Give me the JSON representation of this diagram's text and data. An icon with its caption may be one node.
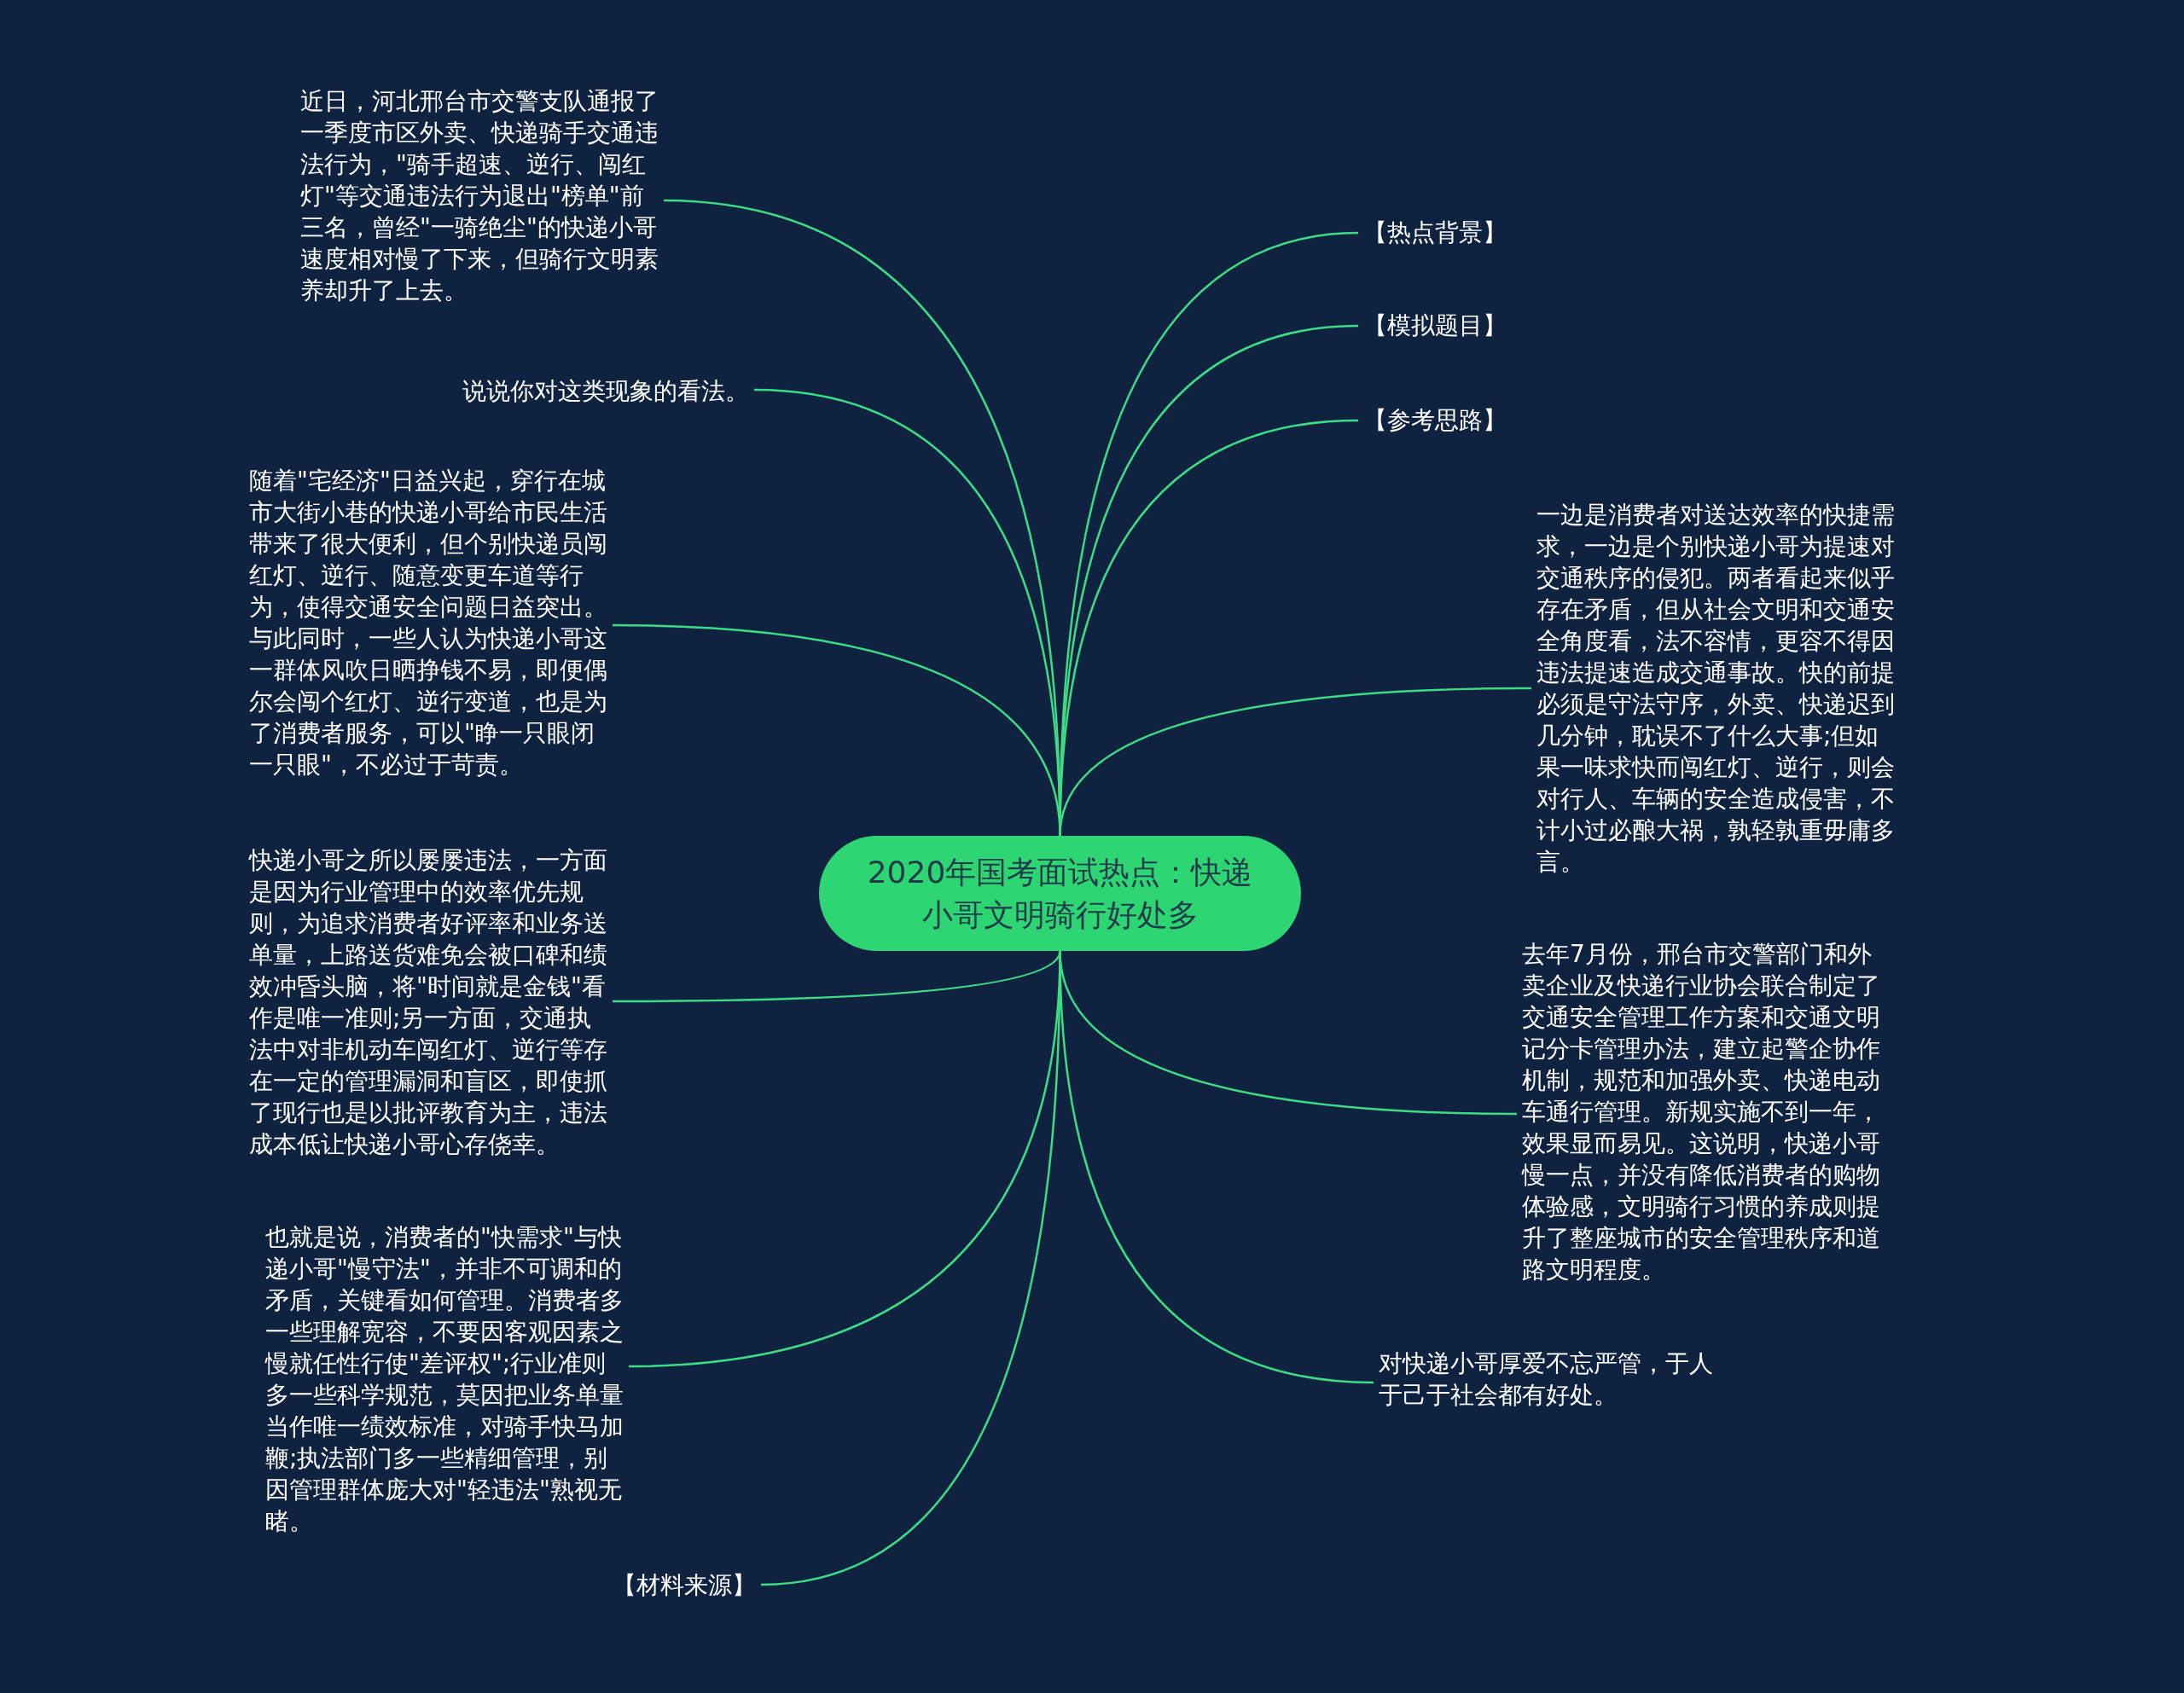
{
  "diagram": {
    "nodes": [
      {
        "text": [
          "2020年国考面试热点：快递小哥文明骑行好处多"
        ]
      },
      {
        "text": [
          "近日，河北邢台市交警支队通报了一季度市区外卖、快递骑手交通违法行为，\"骑手超速、逆行、闯红灯\"等交通违法行为退出\"榜单\"前三名，曾经\"一骑绝尘\"的快递小哥速度相对慢了下来，但骑行文明素养却升了上去。"
        ]
      },
      {
        "text": [
          "说说你对这类现象的看法。"
        ]
      },
      {
        "text": [
          "随着\"宅经济\"日益兴起，穿行在城市大街小巷的快递小哥给市民生活带来了很大便利，但个别快递员闯红灯、逆行、随意变更车道等行为，使得交通安全问题日益突出。与此同时，一些人认为快递小哥这一群体风吹日晒挣钱不易，即便偶尔会闯个红灯、逆行变道，也是为了消费者服务，可以\"睁一只眼闭一只眼\"，不必过于苛责。"
        ]
      },
      {
        "text": [
          "快递小哥之所以屡屡违法，一方面是因为行业管理中的效率优先规则，为追求消费者好评率和业务送单量，上路送货难免会被口碑和绩效冲昏头脑，将\"时间就是金钱\"看作是唯一准则;另一方面，交通执法中对非机动车闯红灯、逆行等存在一定的管理漏洞和盲区，即使抓了现行也是以批评教育为主，违法成本低让快递小哥心存侥幸。"
        ]
      },
      {
        "text": [
          "也就是说，消费者的\"快需求\"与快递小哥\"慢守法\"，并非不可调和的矛盾，关键看如何管理。消费者多一些理解宽容，不要因客观因素之慢就任性行使\"差评权\";行业准则多一些科学规范，莫因把业务单量当作唯一绩效标准，对骑手快马加鞭;执法部门多一些精细管理，别因管理群体庞大对\"轻违法\"熟视无睹。"
        ]
      },
      {
        "text": [
          "【材料来源】"
        ]
      },
      {
        "text": [
          "【热点背景】"
        ]
      },
      {
        "text": [
          "【模拟题目】"
        ]
      },
      {
        "text": [
          "【参考思路】"
        ]
      },
      {
        "text": [
          "一边是消费者对送达效率的快捷需求，一边是个别快递小哥为提速对交通秩序的侵犯。两者看起来似乎存在矛盾，但从社会文明和交通安全角度看，法不容情，更容不得因违法提速造成交通事故。快的前提必须是守法守序，外卖、快递迟到几分钟，耽误不了什么大事;但如果一味求快而闯红灯、逆行，则会对行人、车辆的安全造成侵害，不计小过必酿大祸，孰轻孰重毋庸多言。"
        ]
      },
      {
        "text": [
          "去年7月份，邢台市交警部门和外卖企业及快递行业协会联合制定了交通安全管理工作方案和交通文明记分卡管理办法，建立起警企协作机制，规范和加强外卖、快递电动车通行管理。新规实施不到一年，效果显而易见。这说明，快递小哥慢一点，并没有降低消费者的购物体验感，文明骑行习惯的养成则提升了整座城市的安全管理秩序和道路文明程度。"
        ]
      },
      {
        "text": [
          "对快递小哥厚爱不忘严管，于人于己于社会都有好处。"
        ]
      }
    ],
    "edges": [
      {
        "from": 0,
        "to": 1,
        "arrow": "none"
      },
      {
        "from": 0,
        "to": 2,
        "arrow": "none"
      },
      {
        "from": 0,
        "to": 3,
        "arrow": "none"
      },
      {
        "from": 0,
        "to": 4,
        "arrow": "none"
      },
      {
        "from": 0,
        "to": 5,
        "arrow": "none"
      },
      {
        "from": 0,
        "to": 6,
        "arrow": "none"
      },
      {
        "from": 0,
        "to": 7,
        "arrow": "none"
      },
      {
        "from": 0,
        "to": 8,
        "arrow": "none"
      },
      {
        "from": 0,
        "to": 9,
        "arrow": "none"
      },
      {
        "from": 0,
        "to": 10,
        "arrow": "none"
      },
      {
        "from": 0,
        "to": 11,
        "arrow": "none"
      },
      {
        "from": 0,
        "to": 12,
        "arrow": "none"
      }
    ]
  }
}
